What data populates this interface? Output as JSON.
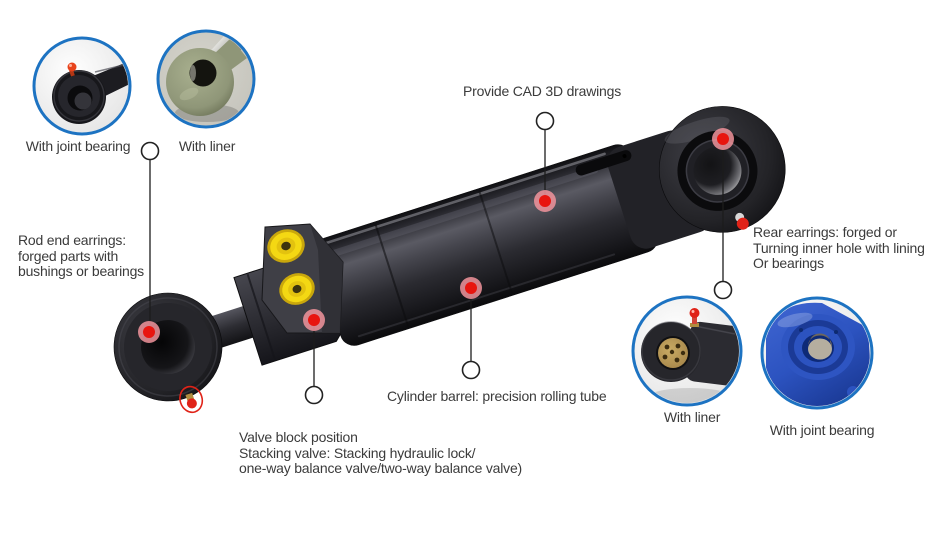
{
  "colors": {
    "callout_ring": "#1d73c2",
    "marker_red": "#e8150f",
    "marker_halo": "#f2949c",
    "leader_line": "#1c1c1c",
    "text": "#3b3b3b",
    "valve_port_yellow": "#f4d813",
    "joint_bearing_blue": "#2c53c0",
    "liner_bronze": "#a9894c",
    "liner_green": "#8f9678",
    "cylinder_body": "#26262b",
    "grease_fitting_red": "#e02318"
  },
  "callouts": {
    "top_left_1": {
      "label": "With joint bearing",
      "icon": "joint-bearing-photo"
    },
    "top_left_2": {
      "label": "With liner",
      "icon": "green-liner-photo"
    },
    "bottom_right_1": {
      "label": "With liner",
      "icon": "bronze-liner-photo"
    },
    "bottom_right_2": {
      "label": "With joint bearing",
      "icon": "blue-joint-bearing-photo"
    }
  },
  "annotations": {
    "cad": {
      "text": "Provide CAD 3D drawings"
    },
    "rod_end": {
      "text": "Rod end earrings:\nforged parts with\nbushings or bearings"
    },
    "rear": {
      "text": "Rear earrings: forged or\nTurning inner hole with lining\nOr bearings"
    },
    "barrel": {
      "text": "Cylinder barrel: precision rolling tube"
    },
    "valve": {
      "text": "Valve block position\nStacking valve: Stacking hydraulic lock/\none-way balance valve/two-way balance valve)"
    }
  }
}
